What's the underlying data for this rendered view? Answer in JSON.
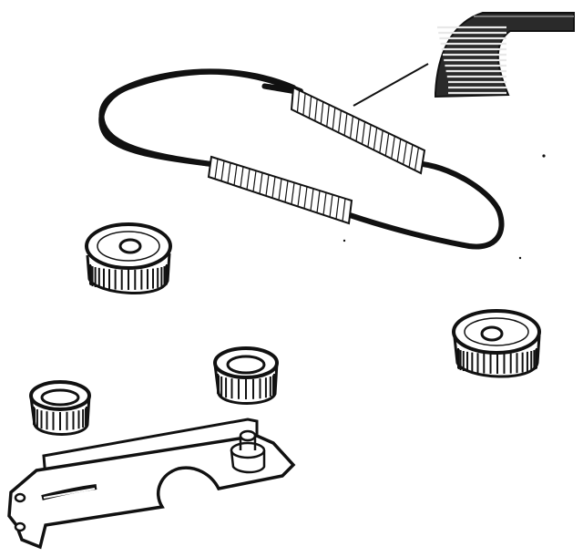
{
  "diagram": {
    "parts": [
      {
        "id": "timing-belt",
        "kind": "belt"
      },
      {
        "id": "belt-tooth-detail",
        "kind": "inset"
      },
      {
        "id": "pulley-large-left",
        "kind": "pulley"
      },
      {
        "id": "pulley-large-right",
        "kind": "pulley"
      },
      {
        "id": "idler-pulley-middle",
        "kind": "idler"
      },
      {
        "id": "idler-pulley-left",
        "kind": "idler"
      },
      {
        "id": "tensioner-bracket",
        "kind": "bracket"
      }
    ],
    "ink_color": "#111111",
    "background": "#ffffff"
  }
}
